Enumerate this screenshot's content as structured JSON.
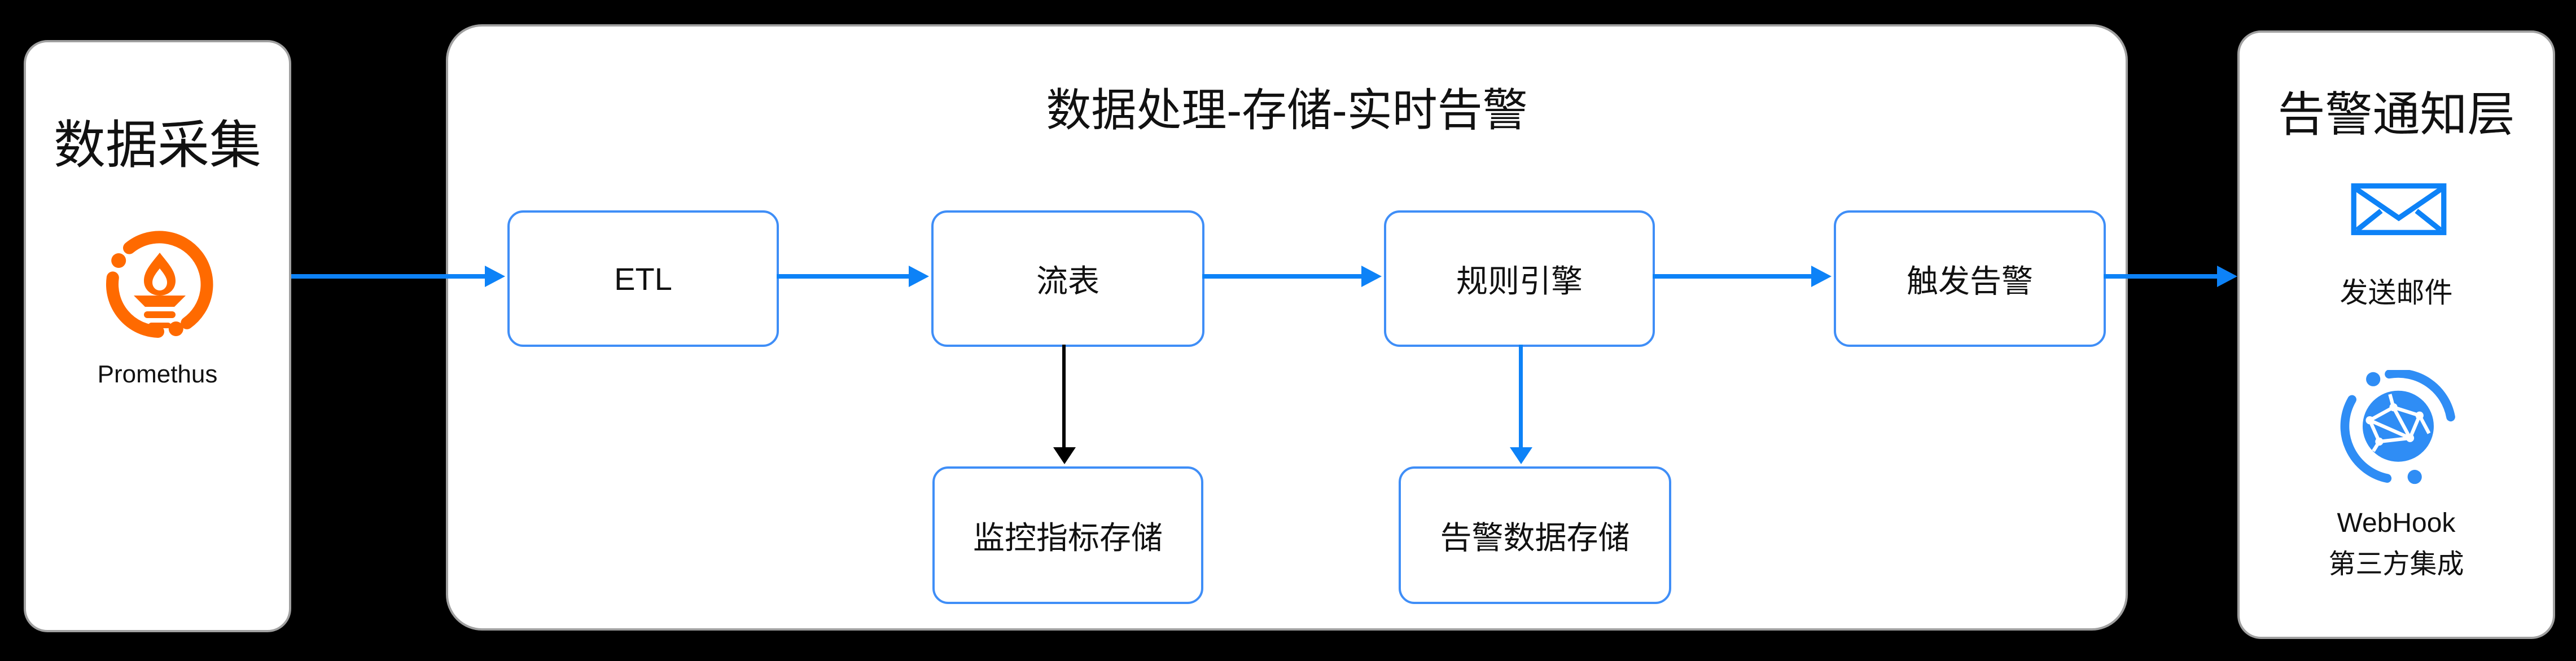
{
  "colors": {
    "background": "#000000",
    "panel_background": "#ffffff",
    "panel_border": "#a0a0a0",
    "box_border": "#3f8ef7",
    "arrow_blue": "#0d82f7",
    "arrow_black": "#000000",
    "text": "#111111",
    "prometheus_orange": "#ff6a00",
    "email_icon_blue": "#0d82f7",
    "webhook_icon_blue": "#2f8df5"
  },
  "panels": {
    "collection": {
      "title": "数据采集",
      "icon": "prometheus-torch-icon",
      "node_label": "Promethus"
    },
    "processing": {
      "title": "数据处理-存储-实时告警",
      "boxes": {
        "etl": "ETL",
        "stream_table": "流表",
        "rule_engine": "规则引擎",
        "trigger_alert": "触发告警",
        "metric_store": "监控指标存储",
        "alert_store": "告警数据存储"
      }
    },
    "notification": {
      "title": "告警通知层",
      "email": {
        "icon": "envelope-icon",
        "label": "发送邮件"
      },
      "webhook": {
        "icon": "globe-network-icon",
        "label_line1": "WebHook",
        "label_line2": "第三方集成"
      }
    }
  }
}
